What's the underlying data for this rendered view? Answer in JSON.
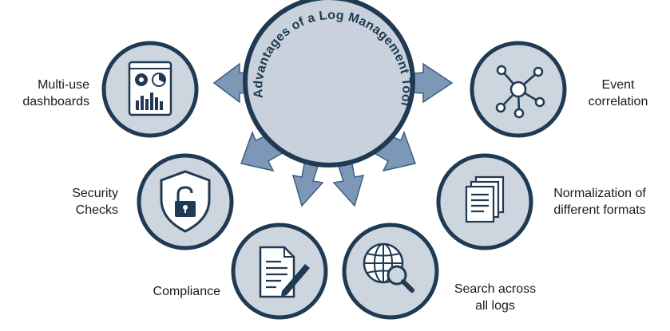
{
  "diagram": {
    "title": "Advantages of a Log Management Tool",
    "items": [
      {
        "id": "dashboards",
        "label_lines": [
          "Multi-use",
          "dashboards"
        ],
        "icon": "dashboard-icon"
      },
      {
        "id": "event",
        "label_lines": [
          "Event",
          "correlation"
        ],
        "icon": "network-icon"
      },
      {
        "id": "security",
        "label_lines": [
          "Security",
          "Checks"
        ],
        "icon": "shield-lock-icon"
      },
      {
        "id": "normalization",
        "label_lines": [
          "Normalization of",
          "different formats"
        ],
        "icon": "documents-icon"
      },
      {
        "id": "compliance",
        "label_lines": [
          "Compliance"
        ],
        "icon": "document-pen-icon"
      },
      {
        "id": "search",
        "label_lines": [
          "Search across",
          "all logs"
        ],
        "icon": "globe-search-icon"
      }
    ]
  },
  "colors": {
    "ring": "#1f3a52",
    "circle_fill": "#cdd5de",
    "center_fill": "#c9d2dc",
    "arrow_fill": "#7c98b6",
    "arrow_stroke": "#3f5f80",
    "icon": "#1f3a52"
  }
}
